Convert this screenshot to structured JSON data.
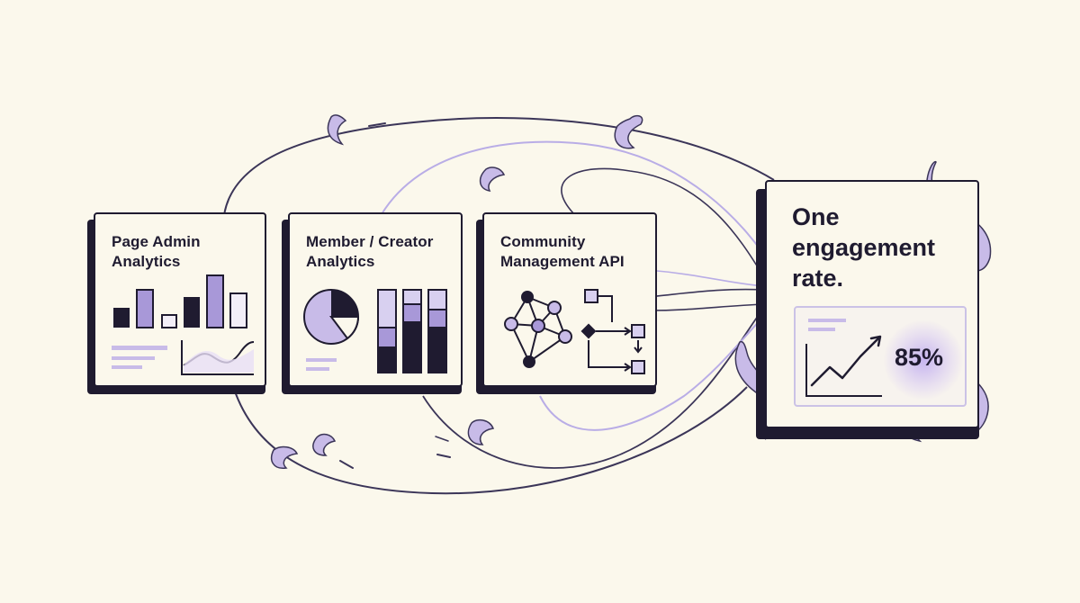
{
  "sources": [
    {
      "title": "Page Admin\nAnalytics",
      "icon": "bar-chart-icon"
    },
    {
      "title": "Member / Creator\nAnalytics",
      "icon": "pie-and-stacked-bar-icon"
    },
    {
      "title": "Community\nManagement API",
      "icon": "network-graph-icon"
    }
  ],
  "result": {
    "title": "One\nengagement\nrate.",
    "value": "85%",
    "icon": "trend-up-chart-icon"
  },
  "colors": {
    "background": "#fbf8ec",
    "ink": "#1f1b30",
    "lavender": "#b4a7e0",
    "lavender_light": "#d8d0f0",
    "tentacle": "#c8bbe8"
  }
}
